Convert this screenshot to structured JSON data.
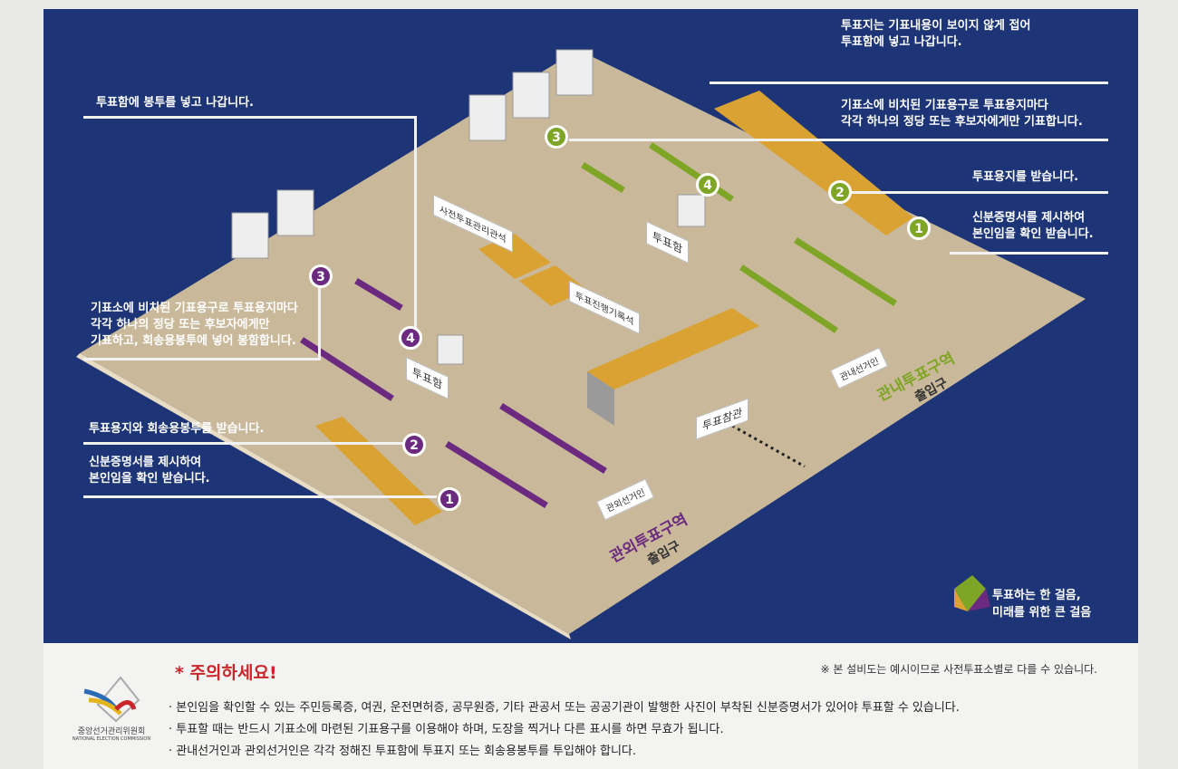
{
  "right_steps": {
    "step4": "투표지는 기표내용이 보이지 않게 접어\n투표함에 넣고 나갑니다.",
    "step3": "기표소에 비치된 기표용구로 투표용지마다\n각각 하나의 정당 또는 후보자에게만 기표합니다.",
    "step2": "투표용지를 받습니다.",
    "step1": "신분증명서를 제시하여\n본인임을 확인 받습니다."
  },
  "left_steps": {
    "step4": "투표함에 봉투를 넣고 나갑니다.",
    "step3": "기표소에 비치된 기표용구로 투표용지마다\n각각 하나의 정당 또는 후보자에게만\n기표하고, 회송용봉투에 넣어 봉함합니다.",
    "step2": "투표용지와 회송용봉투를 받습니다.",
    "step1": "신분증명서를 제시하여\n본인임을 확인 받습니다."
  },
  "numbers": [
    "1",
    "2",
    "3",
    "4"
  ],
  "floor_labels": {
    "manager": "사전투표관리관석",
    "recorder": "투표진행기록석",
    "ballot_box": "투표함",
    "observers": "투표참관",
    "inside_zone": "관내투표구역",
    "outside_zone": "관외투표구역",
    "entrance": "출입구",
    "inside_voter": "관내선거인",
    "outside_voter": "관외선거인"
  },
  "slogan": "투표하는 한 걸음,\n미래를 위한 큰 걸음",
  "notice": {
    "title": "* 주의하세요!",
    "disclaimer": "※ 본 설비도는 예시이므로 사전투표소별로 다를 수 있습니다.",
    "items": [
      "· 본인임을 확인할 수 있는 주민등록증, 여권, 운전면허증, 공무원증, 기타 관공서 또는 공공기관이 발행한 사진이 부착된 신분증명서가 있어야 투표할 수 있습니다.",
      "· 투표할 때는 반드시 기표소에 마련된 기표용구를 이용해야 하며, 도장을 찍거나 다른 표시를 하면 무효가 됩니다.",
      "· 관내선거인과 관외선거인은 각각 정해진 투표함에 투표지 또는 회송용봉투를 투입해야 합니다."
    ]
  },
  "org": {
    "name_ko": "중앙선거관리위원회",
    "name_en": "NATIONAL ELECTION COMMISSION"
  },
  "colors": {
    "navy": "#1d3576",
    "floor": "#c9b99a",
    "green": "#7ea526",
    "purple": "#6b2a7f",
    "warn": "#c8262b"
  }
}
